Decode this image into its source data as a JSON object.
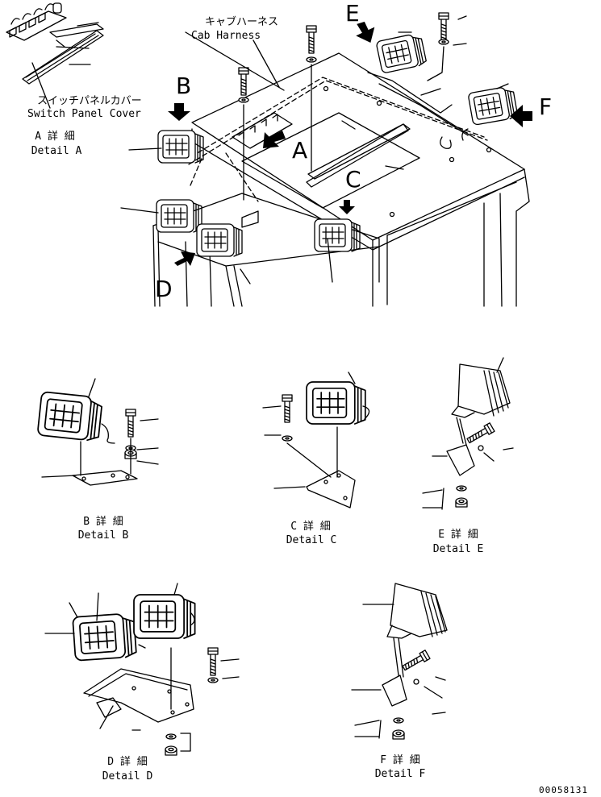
{
  "callouts": {
    "cab_harness_jp": "キャブハーネス",
    "cab_harness_en": "Cab Harness",
    "switch_panel_jp": "スイッチパネルカバー",
    "switch_panel_en": "Switch Panel Cover"
  },
  "view_letters": {
    "a": "A",
    "b": "B",
    "c": "C",
    "d": "D",
    "e": "E",
    "f": "F"
  },
  "details": {
    "a": {
      "jp": "A 詳 細",
      "en": "Detail A"
    },
    "b": {
      "jp": "B 詳 細",
      "en": "Detail B"
    },
    "c": {
      "jp": "C 詳 細",
      "en": "Detail C"
    },
    "d": {
      "jp": "D 詳 細",
      "en": "Detail D"
    },
    "e": {
      "jp": "E 詳 細",
      "en": "Detail E"
    },
    "f": {
      "jp": "F 詳 細",
      "en": "Detail F"
    }
  },
  "drawing_number": "00058131",
  "colors": {
    "ink": "#000000",
    "paper": "#ffffff"
  }
}
